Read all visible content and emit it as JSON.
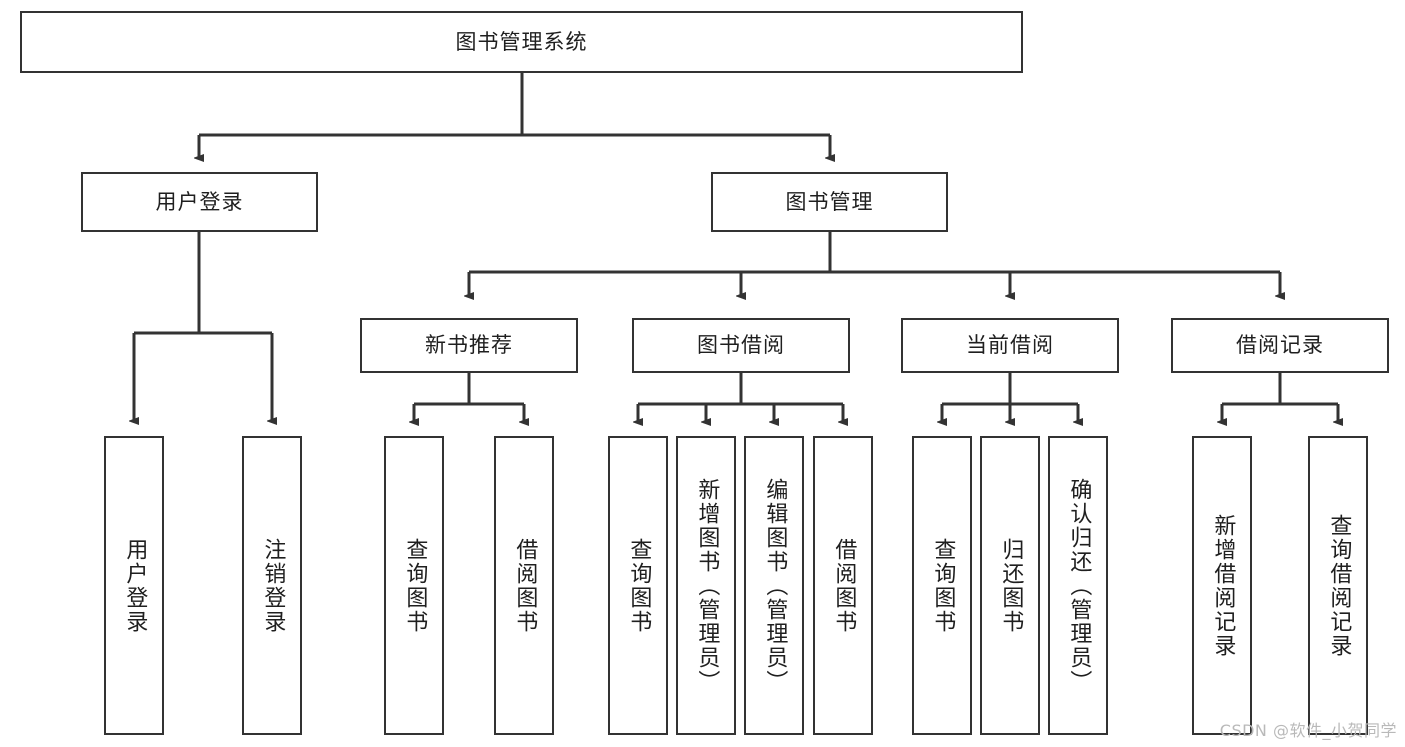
{
  "diagram": {
    "type": "tree",
    "title": "图书管理系统",
    "watermark": "CSDN @软件_小贺同学",
    "colors": {
      "border": "#333333",
      "background": "#ffffff",
      "text": "#1f1f1f",
      "connector": "#333333",
      "watermark": "#b9b9b9"
    },
    "root": {
      "label": "图书管理系统"
    },
    "level2": [
      {
        "label": "用户登录"
      },
      {
        "label": "图书管理"
      }
    ],
    "level3": [
      {
        "label": "新书推荐"
      },
      {
        "label": "图书借阅"
      },
      {
        "label": "当前借阅"
      },
      {
        "label": "借阅记录"
      }
    ],
    "leaves": [
      {
        "label": "用户登录",
        "parent": "用户登录"
      },
      {
        "label": "注销登录",
        "parent": "用户登录"
      },
      {
        "label": "查询图书",
        "parent": "新书推荐"
      },
      {
        "label": "借阅图书",
        "parent": "新书推荐"
      },
      {
        "label": "查询图书",
        "parent": "图书借阅"
      },
      {
        "label": "新增图书（管理员）",
        "parent": "图书借阅"
      },
      {
        "label": "编辑图书（管理员）",
        "parent": "图书借阅"
      },
      {
        "label": "借阅图书",
        "parent": "图书借阅"
      },
      {
        "label": "查询图书",
        "parent": "当前借阅"
      },
      {
        "label": "归还图书",
        "parent": "当前借阅"
      },
      {
        "label": "确认归还（管理员）",
        "parent": "当前借阅"
      },
      {
        "label": "新增借阅记录",
        "parent": "借阅记录"
      },
      {
        "label": "查询借阅记录",
        "parent": "借阅记录"
      }
    ]
  }
}
